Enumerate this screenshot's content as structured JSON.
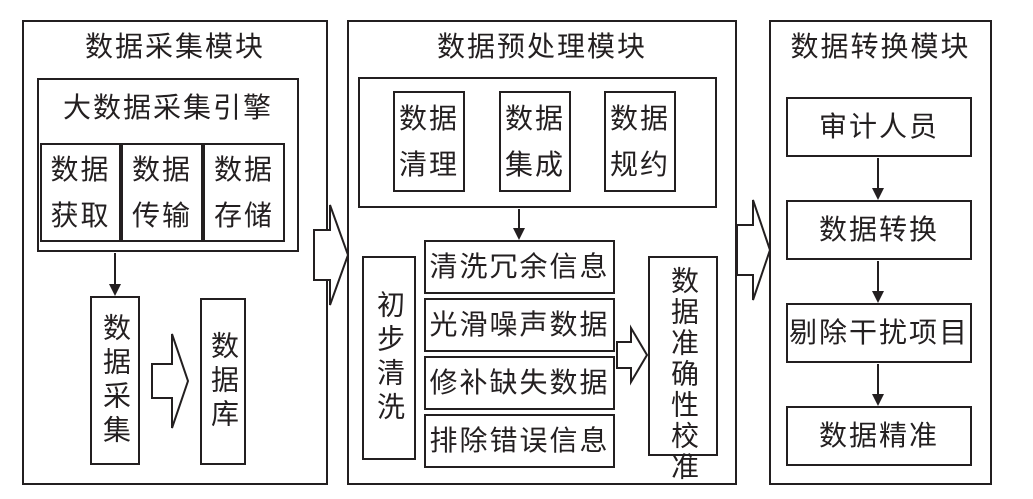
{
  "modules": {
    "collection": {
      "title": "数据采集模块",
      "engine": {
        "title": "大数据采集引擎",
        "steps": [
          {
            "line1": "数据",
            "line2": "获取"
          },
          {
            "line1": "数据",
            "line2": "传输"
          },
          {
            "line1": "数据",
            "line2": "存储"
          }
        ]
      },
      "collect_label": "数据采集",
      "database_label": "数据库"
    },
    "preprocessing": {
      "title": "数据预处理模块",
      "steps": [
        {
          "line1": "数据",
          "line2": "清理"
        },
        {
          "line1": "数据",
          "line2": "集成"
        },
        {
          "line1": "数据",
          "line2": "规约"
        }
      ],
      "initial_clean_label": "初步清洗",
      "clean_items": [
        "清洗冗余信息",
        "光滑噪声数据",
        "修补缺失数据",
        "排除错误信息"
      ],
      "calibration_label": "数据准确性校准"
    },
    "conversion": {
      "title": "数据转换模块",
      "steps": [
        "审计人员",
        "数据转换",
        "剔除干扰项目",
        "数据精准"
      ]
    }
  }
}
